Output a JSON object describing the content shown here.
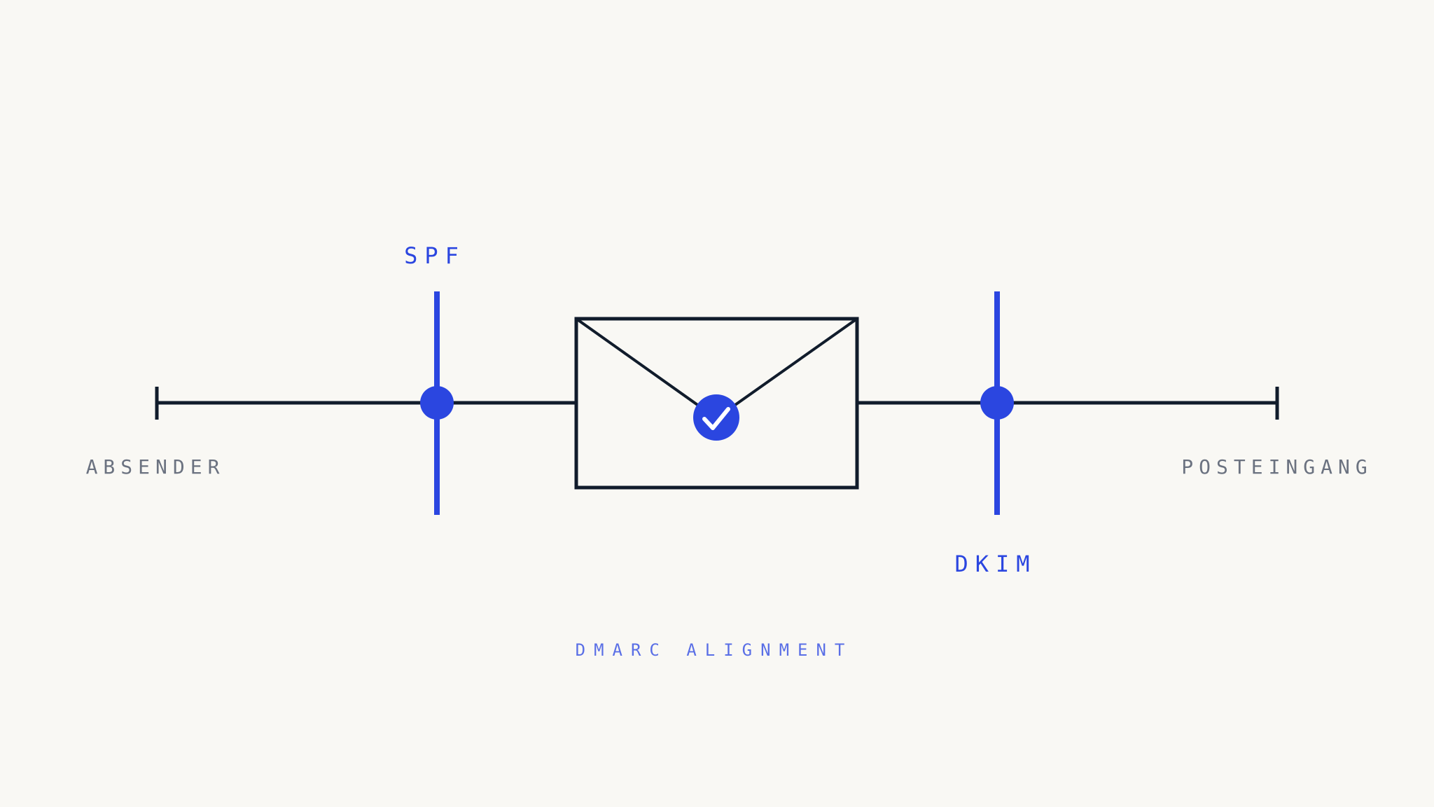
{
  "labels": {
    "sender": "ABSENDER",
    "inbox": "POSTEINGANG",
    "spf": "SPF",
    "dkim": "DKIM",
    "caption": "DMARC ALIGNMENT"
  },
  "colors": {
    "background": "#f9f8f4",
    "line": "#111c2b",
    "accent": "#2b46e0",
    "muted": "#6b7280",
    "caption": "#5a6fe6"
  },
  "icons": {
    "envelope": "envelope-icon",
    "check": "check-badge-icon"
  }
}
